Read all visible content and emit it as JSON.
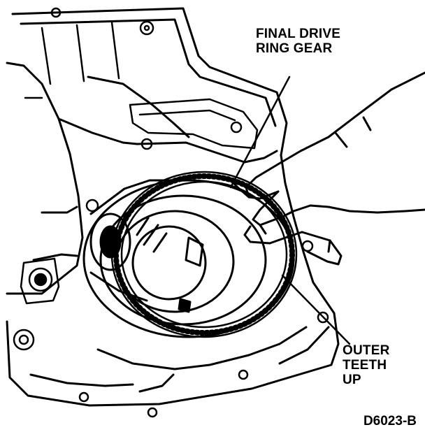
{
  "labels": {
    "ring_gear": {
      "line1": "FINAL DRIVE",
      "line2": "RING GEAR"
    },
    "outer_teeth": {
      "line1": "OUTER",
      "line2": "TEETH",
      "line3": "UP"
    }
  },
  "figure_code": "D6023-B",
  "colors": {
    "ink": "#000000",
    "paper": "#ffffff"
  }
}
